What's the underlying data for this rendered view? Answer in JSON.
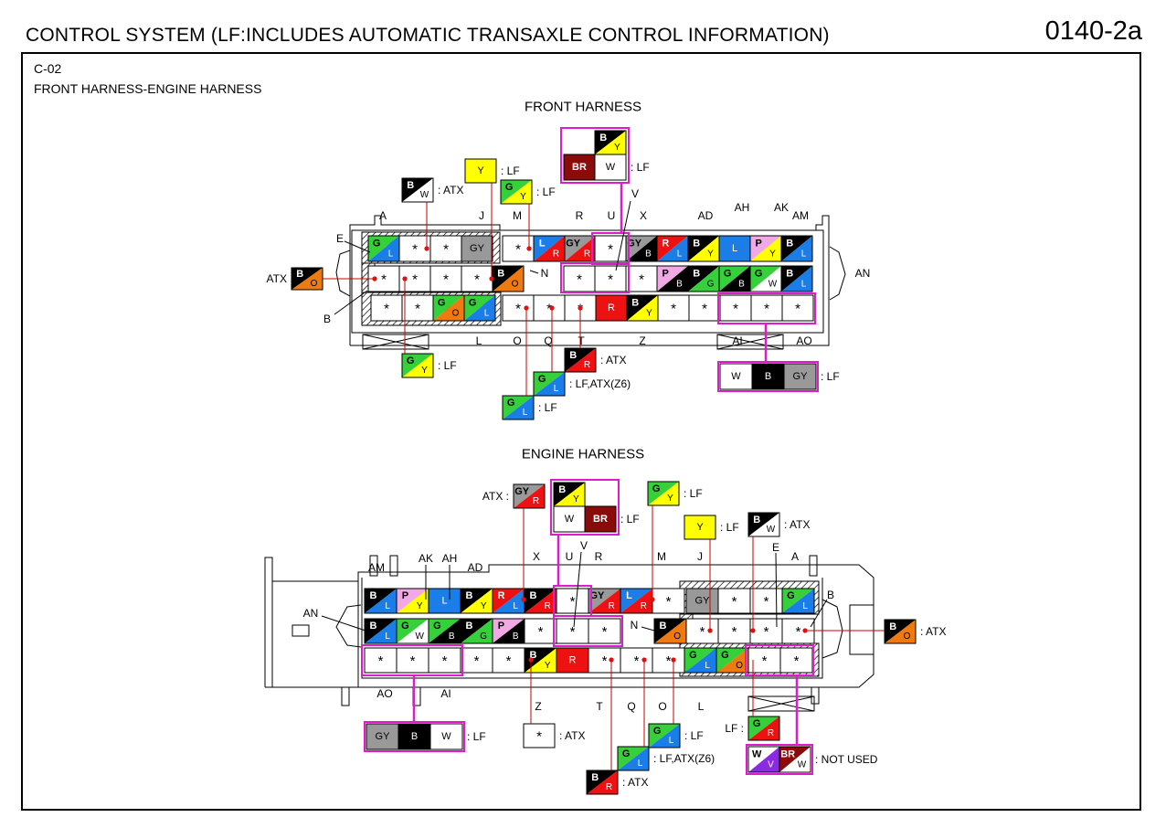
{
  "header": {
    "title": "CONTROL SYSTEM (LF:INCLUDES AUTOMATIC TRANSAXLE CONTROL INFORMATION)",
    "code": "0140-2a"
  },
  "connector": {
    "id": "C-02",
    "name": "FRONT HARNESS-ENGINE HARNESS"
  },
  "colors": {
    "B": "#000000",
    "W": "#ffffff",
    "GY": "#999999",
    "G": "#36d13a",
    "L": "#1a7de8",
    "R": "#ee1111",
    "Y": "#ffff00",
    "O": "#f07a10",
    "P": "#f3a8e6",
    "BR": "#8b0a0a",
    "V": "#8a2be2",
    "highlight": "#e01bcb"
  },
  "front": {
    "title": "FRONT HARNESS",
    "letters_top": [
      "A",
      "J",
      "M",
      "R",
      "U",
      "X",
      "AD",
      "AH",
      "AK",
      "AM"
    ],
    "letters_bottom": [
      "L",
      "O",
      "Q",
      "T",
      "Z",
      "AI",
      "AO"
    ],
    "side_letters": [
      "E",
      "N",
      "B",
      "AN",
      "V"
    ],
    "rows": [
      [
        "G/L",
        "*",
        "*",
        "GY",
        "",
        "*",
        "L/R",
        "GY/R",
        "*",
        "GY/B",
        "R/L",
        "B/Y",
        "L",
        "P/Y",
        "B/L"
      ],
      [
        "*",
        "*",
        "*",
        "*",
        "B/O",
        "",
        "*",
        "*",
        "*",
        "P/B",
        "B/G",
        "G/B",
        "G/W",
        "B/L"
      ],
      [
        "*",
        "*",
        "G/O",
        "G/L",
        "*",
        "*",
        "*",
        "R",
        "B/Y",
        "*",
        "*",
        "*",
        "*",
        "*"
      ]
    ],
    "callouts": [
      {
        "wires": [
          "B/O"
        ],
        "text": "ATX",
        "side": "left"
      },
      {
        "wires": [
          "B/W"
        ],
        "text": ": ATX"
      },
      {
        "wires": [
          "Y"
        ],
        "text": ": LF"
      },
      {
        "wires": [
          "G/Y"
        ],
        "text": ": LF"
      },
      {
        "wires": [
          "B/Y",
          "BR",
          "W"
        ],
        "text": ": LF"
      },
      {
        "wires": [
          "G/Y"
        ],
        "text": ": LF"
      },
      {
        "wires": [
          "B/R"
        ],
        "text": ": ATX"
      },
      {
        "wires": [
          "G/L"
        ],
        "text": ": LF,ATX(Z6)"
      },
      {
        "wires": [
          "G/L"
        ],
        "text": ": LF"
      },
      {
        "wires": [
          "W",
          "B",
          "GY"
        ],
        "text": ": LF"
      }
    ]
  },
  "engine": {
    "title": "ENGINE HARNESS",
    "letters_top": [
      "AM",
      "AK",
      "AH",
      "AD",
      "X",
      "U",
      "R",
      "M",
      "J",
      "E",
      "A"
    ],
    "letters_bottom": [
      "AO",
      "AI",
      "Z",
      "T",
      "Q",
      "O",
      "L"
    ],
    "side_letters": [
      "AN",
      "N",
      "B",
      "V"
    ],
    "rows": [
      [
        "B/L",
        "P/Y",
        "L",
        "B/Y",
        "R/L",
        "B/R",
        "*",
        "GY/R",
        "L/R",
        "*",
        "",
        "GY",
        "*",
        "*",
        "G/L"
      ],
      [
        "B/L",
        "G/W",
        "G/B",
        "B/G",
        "P/B",
        "*",
        "*",
        "*",
        "",
        "B/O",
        "*",
        "*",
        "*",
        "*"
      ],
      [
        "*",
        "*",
        "*",
        "*",
        "*",
        "B/Y",
        "R",
        "*",
        "*",
        "*",
        "G/L",
        "G/O",
        "*",
        "*"
      ]
    ],
    "callouts": [
      {
        "wires": [
          "GY/R"
        ],
        "text": "ATX :",
        "side": "left"
      },
      {
        "wires": [
          "B/Y",
          "W",
          "BR"
        ],
        "text": ": LF"
      },
      {
        "wires": [
          "G/Y"
        ],
        "text": ": LF"
      },
      {
        "wires": [
          "Y"
        ],
        "text": ": LF"
      },
      {
        "wires": [
          "B/W"
        ],
        "text": ": ATX"
      },
      {
        "wires": [
          "B/O"
        ],
        "text": ": ATX"
      },
      {
        "wires": [
          "GY",
          "B",
          "W"
        ],
        "text": ": LF"
      },
      {
        "wires": [
          "*"
        ],
        "text": ": ATX"
      },
      {
        "wires": [
          "G/L"
        ],
        "text": ": LF"
      },
      {
        "wires": [
          "G/L"
        ],
        "text": ": LF,ATX(Z6)"
      },
      {
        "wires": [
          "B/R"
        ],
        "text": ": ATX"
      },
      {
        "wires": [
          "G/R"
        ],
        "text": "LF :",
        "side": "left"
      },
      {
        "wires": [
          "W/V",
          "BR/W"
        ],
        "text": ": NOT USED"
      }
    ]
  }
}
